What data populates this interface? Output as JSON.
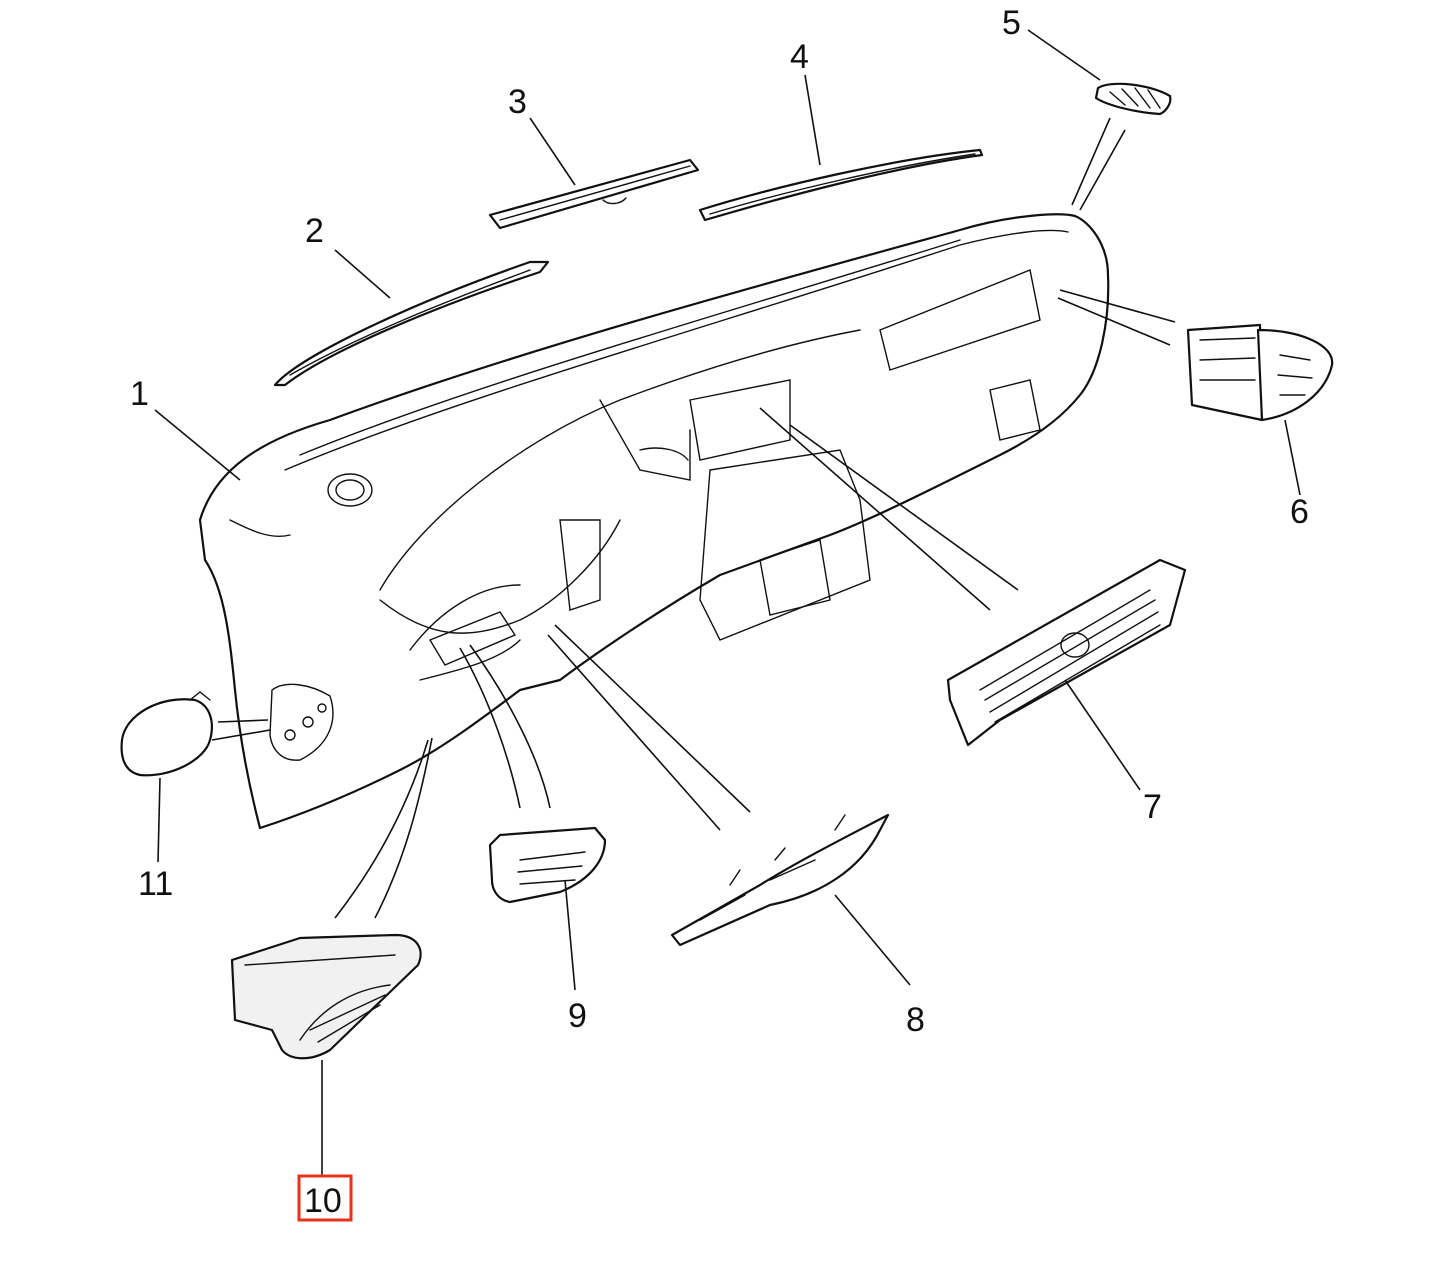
{
  "callouts": [
    {
      "id": "c1",
      "label": "1"
    },
    {
      "id": "c2",
      "label": "2"
    },
    {
      "id": "c3",
      "label": "3"
    },
    {
      "id": "c4",
      "label": "4"
    },
    {
      "id": "c5",
      "label": "5"
    },
    {
      "id": "c6",
      "label": "6"
    },
    {
      "id": "c7",
      "label": "7"
    },
    {
      "id": "c8",
      "label": "8"
    },
    {
      "id": "c9",
      "label": "9"
    },
    {
      "id": "c10",
      "label": "10"
    },
    {
      "id": "c11",
      "label": "11"
    }
  ],
  "highlighted_callout": "10",
  "colors": {
    "line": "#111111",
    "highlight": "#e8321e",
    "background": "#ffffff"
  }
}
